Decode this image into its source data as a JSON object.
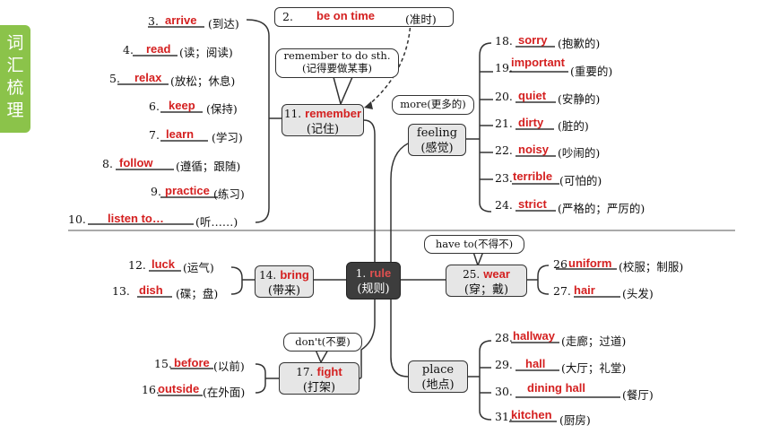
{
  "sidebar": {
    "title": "词汇梳理"
  },
  "center": {
    "num": "1.",
    "answer": "rule",
    "cn": "(规则)"
  },
  "callouts": {
    "remember_sth": {
      "en": "remember to do sth.",
      "cn": "(记得要做某事)"
    },
    "more": "more(更多的)",
    "have_to": "have to(不得不)",
    "dont": "don't(不要)"
  },
  "hubs": {
    "remember": {
      "num": "11.",
      "answer": "remember",
      "cn": "(记住)"
    },
    "feeling": {
      "en": "feeling",
      "cn": "(感觉)"
    },
    "bring": {
      "num": "14.",
      "answer": "bring",
      "cn": "(带来)"
    },
    "wear": {
      "num": "25.",
      "answer": "wear",
      "cn": "(穿；戴)"
    },
    "fight": {
      "num": "17.",
      "answer": "fight",
      "cn": "(打架)"
    },
    "place": {
      "en": "place",
      "cn": "(地点)"
    }
  },
  "items": {
    "i2": {
      "num": "2.",
      "answer": "be on time",
      "cn": "(准时)"
    },
    "i3": {
      "num": "3.",
      "answer": "arrive",
      "cn": "(到达)"
    },
    "i4": {
      "num": "4.",
      "answer": "read",
      "cn": "(读；阅读)"
    },
    "i5": {
      "num": "5.",
      "answer": "relax",
      "cn": "(放松；休息)"
    },
    "i6": {
      "num": "6.",
      "answer": "keep",
      "cn": "(保持)"
    },
    "i7": {
      "num": "7.",
      "answer": "learn",
      "cn": "(学习)"
    },
    "i8": {
      "num": "8.",
      "answer": "follow",
      "cn": "(遵循；跟随)"
    },
    "i9": {
      "num": "9.",
      "answer": "practice",
      "cn": "(练习)"
    },
    "i10": {
      "num": "10.",
      "answer": "listen to…",
      "cn": "(听……)"
    },
    "i12": {
      "num": "12.",
      "answer": "luck",
      "cn": "(运气)"
    },
    "i13": {
      "num": "13.",
      "answer": "dish",
      "cn": "(碟；盘)"
    },
    "i15": {
      "num": "15.",
      "answer": "before",
      "cn": "(以前)"
    },
    "i16": {
      "num": "16.",
      "answer": "outside",
      "cn": "(在外面)"
    },
    "i18": {
      "num": "18.",
      "answer": "sorry",
      "cn": "(抱歉的)"
    },
    "i19": {
      "num": "19.",
      "answer": "important",
      "cn": "(重要的)"
    },
    "i20": {
      "num": "20.",
      "answer": "quiet",
      "cn": "(安静的)"
    },
    "i21": {
      "num": "21.",
      "answer": "dirty",
      "cn": "(脏的)"
    },
    "i22": {
      "num": "22.",
      "answer": "noisy",
      "cn": "(吵闹的)"
    },
    "i23": {
      "num": "23.",
      "answer": "terrible",
      "cn": "(可怕的)"
    },
    "i24": {
      "num": "24.",
      "answer": "strict",
      "cn": "(严格的；严厉的)"
    },
    "i26": {
      "num": "26",
      "answer": "uniform",
      "cn": "(校服；制服)"
    },
    "i27": {
      "num": "27.",
      "answer": "hair",
      "cn": "(头发)"
    },
    "i28": {
      "num": "28.",
      "answer": "hallway",
      "cn": "(走廊；过道)"
    },
    "i29": {
      "num": "29.",
      "answer": "hall",
      "cn": "(大厅；礼堂)"
    },
    "i30": {
      "num": "30.",
      "answer": "dining hall",
      "cn": "(餐厅)"
    },
    "i31": {
      "num": "31.",
      "answer": "kitchen",
      "cn": "(厨房)"
    }
  }
}
